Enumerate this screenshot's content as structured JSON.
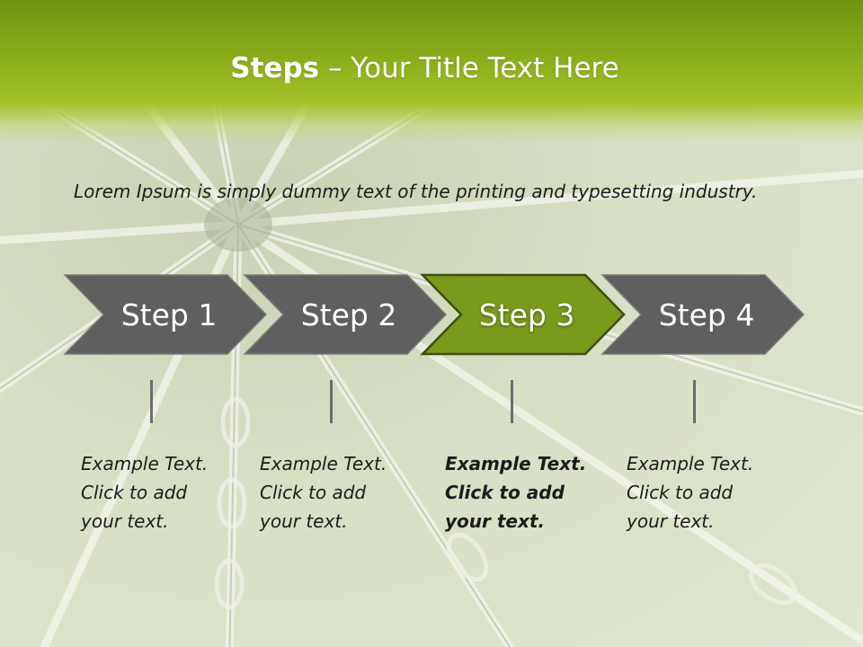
{
  "slide": {
    "title_strong": "Steps",
    "title_rest": " – Your Title Text Here",
    "intro": "Lorem Ipsum is simply dummy text of the printing and typesetting industry."
  },
  "colors": {
    "header_green": "#8db01c",
    "step_gray": "#5f5f5f",
    "step_active_green": "#7a9a1c",
    "text_dark": "#1c1c1c"
  },
  "steps": [
    {
      "label": "Step 1",
      "active": false,
      "lines": [
        "Example Text.",
        "Click  to add",
        "your text."
      ]
    },
    {
      "label": "Step 2",
      "active": false,
      "lines": [
        "Example Text.",
        "Click  to add",
        "your text."
      ]
    },
    {
      "label": "Step 3",
      "active": true,
      "lines": [
        "Example Text.",
        "Click  to add",
        "your text."
      ]
    },
    {
      "label": "Step 4",
      "active": false,
      "lines": [
        "Example Text.",
        "Click  to add",
        "your text."
      ]
    }
  ]
}
